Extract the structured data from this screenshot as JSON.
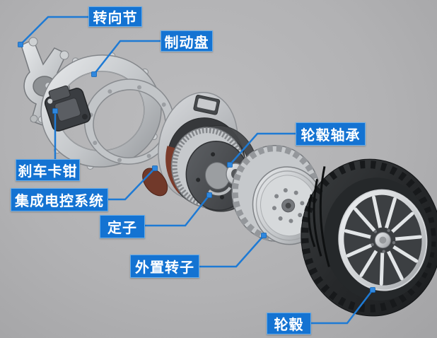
{
  "diagram": {
    "type": "exploded-view",
    "labels": [
      {
        "id": "steering-knuckle",
        "text": "转向节"
      },
      {
        "id": "brake-disc",
        "text": "制动盘"
      },
      {
        "id": "brake-caliper",
        "text": "刹车卡钳"
      },
      {
        "id": "integrated-ecu",
        "text": "集成电控系统"
      },
      {
        "id": "stator",
        "text": "定子"
      },
      {
        "id": "external-rotor",
        "text": "外置转子"
      },
      {
        "id": "hub-bearing",
        "text": "轮毂轴承"
      },
      {
        "id": "wheel-hub",
        "text": "轮毂"
      }
    ],
    "colors": {
      "label_bg": "#1473d2",
      "label_border": "#69ade8",
      "label_text": "#ffffff",
      "leader_line": "#1e7ad4",
      "marker_dot": "#2f87de",
      "background": "#b2b2b4"
    }
  }
}
